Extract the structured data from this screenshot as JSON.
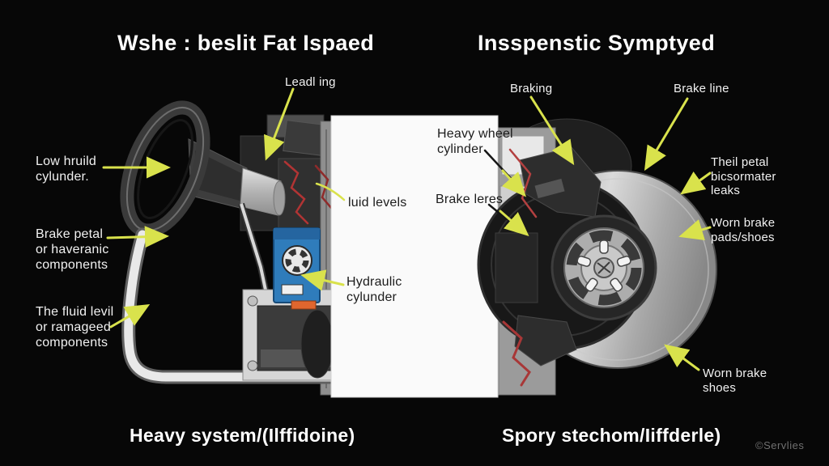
{
  "titles": {
    "left": "Wshe : beslit Fat Ispaed",
    "right": "Insspenstic Symptyed"
  },
  "labels": {
    "leadl_ing": "Leadl ing",
    "braking": "Braking",
    "brake_line": "Brake line",
    "low_hruild": {
      "lines": [
        "Low hruild",
        "cylunder."
      ]
    },
    "brake_petal": {
      "lines": [
        "Brake petal",
        "or haveranic",
        "components"
      ]
    },
    "fluid_levil": {
      "lines": [
        "The fluid levil",
        "or ramageed",
        "components"
      ]
    },
    "luid_levels": "luid levels",
    "hydraulic": {
      "lines": [
        "Hydraulic",
        "cylunder"
      ]
    },
    "heavy_wheel": {
      "lines": [
        "Heavy wheel",
        "cylinder"
      ]
    },
    "brake_leres": "Brake leres",
    "theil_petal": {
      "lines": [
        "Theil petal",
        "bicsormater",
        "leaks"
      ]
    },
    "worn_pads": {
      "lines": [
        "Worn brake",
        "pads/shoes"
      ]
    },
    "worn_shoes": {
      "lines": [
        "Worn brake",
        "shoes"
      ]
    }
  },
  "captions": {
    "left": "Heavy system/(Ilffidoine)",
    "right": "Spory stechom/Iiffderle)",
    "watermark": "©Servlies"
  },
  "colors": {
    "bg": "#070707",
    "label": "#f1f1f1",
    "panel-label": "#1c1c1c",
    "arrow": "#d9e24c",
    "panel": "#fafafa"
  }
}
